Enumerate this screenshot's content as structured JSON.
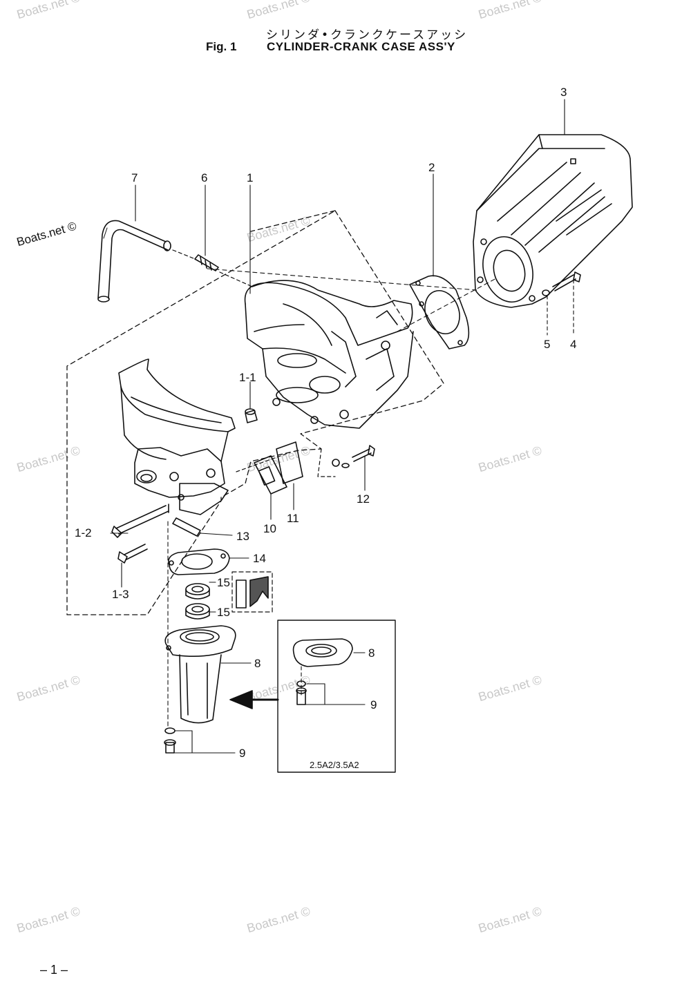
{
  "header": {
    "title_jp": "シリンダ•クランクケースアッシ",
    "fig_label": "Fig. 1",
    "fig_title": "CYLINDER-CRANK CASE ASS'Y"
  },
  "watermark": "Boats.net ©",
  "callouts": {
    "c1": "1",
    "c1_1": "1-1",
    "c1_2": "1-2",
    "c1_3": "1-3",
    "c2": "2",
    "c3": "3",
    "c4": "4",
    "c5": "5",
    "c6": "6",
    "c7": "7",
    "c8": "8",
    "c8b": "8",
    "c9": "9",
    "c9b": "9",
    "c10": "10",
    "c11": "11",
    "c12": "12",
    "c13": "13",
    "c14": "14",
    "c15a": "15",
    "c15b": "15"
  },
  "inset": {
    "caption": "2.5A2/3.5A2"
  },
  "footer": {
    "page": "– 1 –"
  }
}
